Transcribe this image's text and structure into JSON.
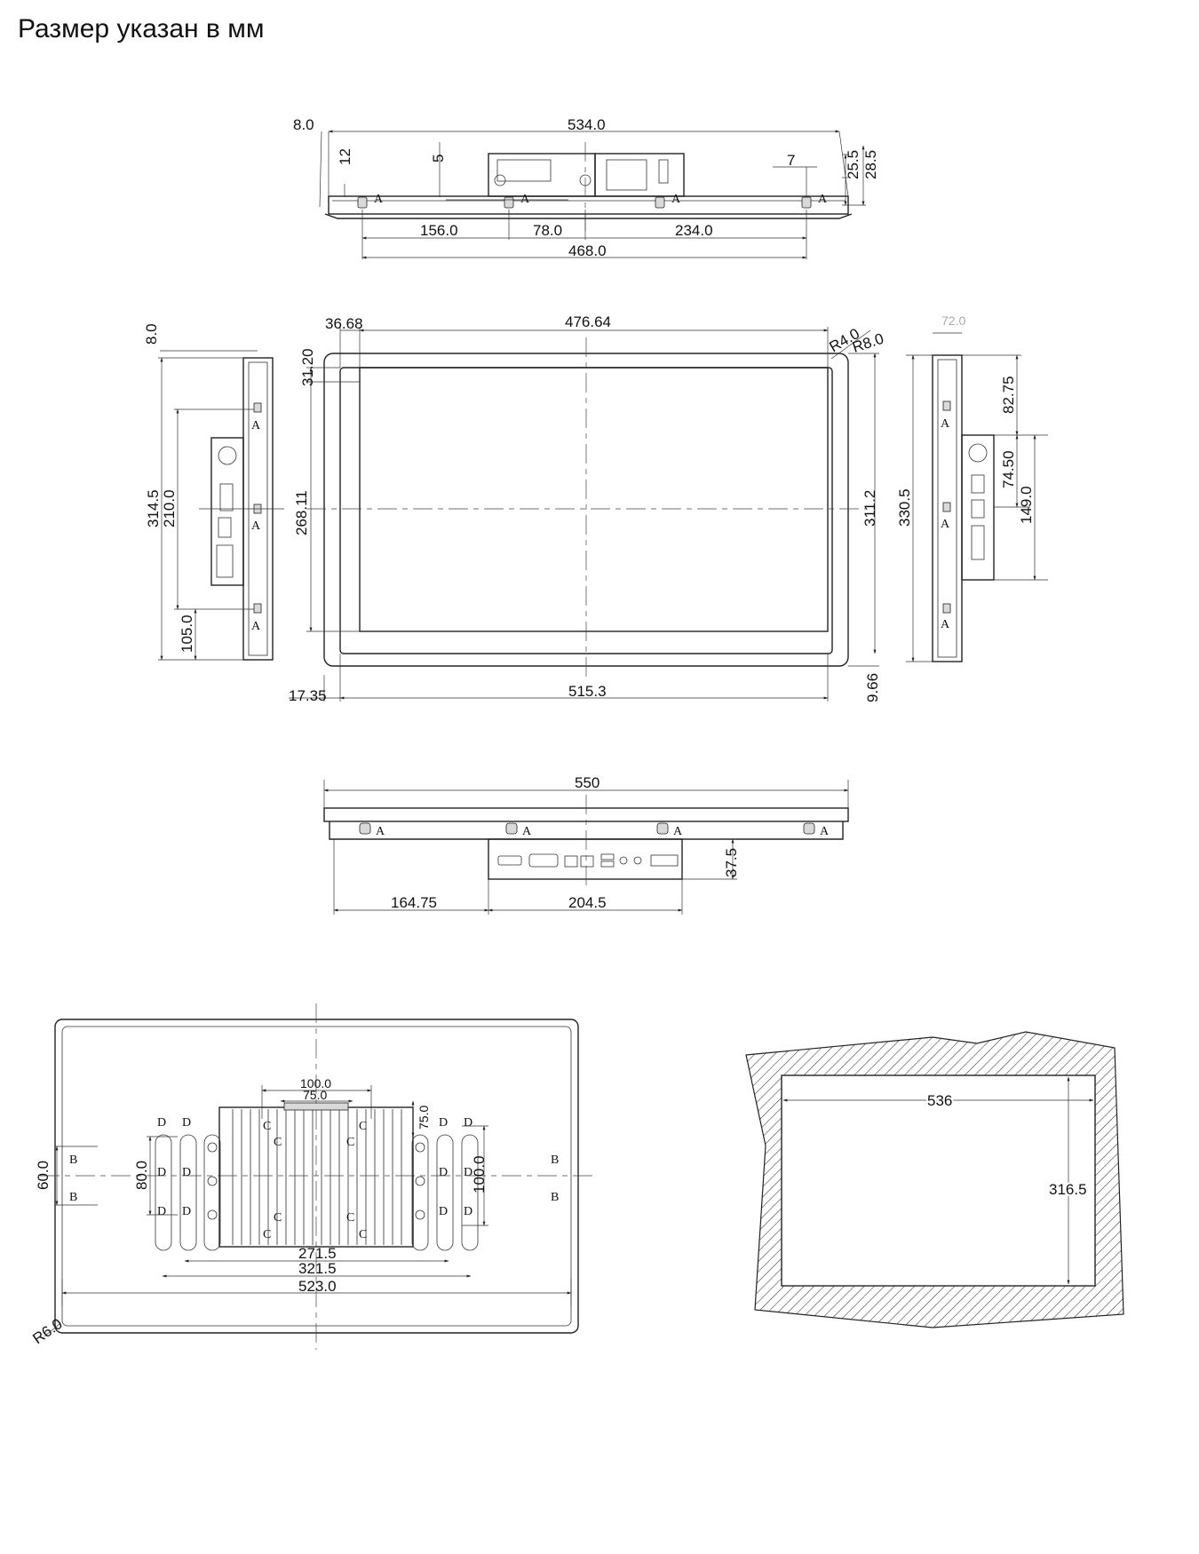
{
  "title": "Размер указан в мм",
  "top_view": {
    "dims": [
      "8.0",
      "534.0",
      "12",
      "5",
      "7",
      "25.5",
      "28.5",
      "156.0",
      "78.0",
      "234.0",
      "468.0"
    ],
    "markers": [
      "A",
      "A",
      "A",
      "A"
    ]
  },
  "front_view": {
    "dims": [
      "8.0",
      "36.68",
      "476.64",
      "R4.0",
      "R8.0",
      "31.20",
      "314.5",
      "210.0",
      "268.11",
      "105.0",
      "311.2",
      "330.5",
      "17.35",
      "515.3",
      "9.66"
    ],
    "left_markers": [
      "A",
      "A",
      "A"
    ]
  },
  "right_view": {
    "dims": [
      "72.0",
      "82.75",
      "74.50",
      "149.0"
    ],
    "markers": [
      "A",
      "A",
      "A"
    ]
  },
  "bottom_view": {
    "dims": [
      "550",
      "37.5",
      "164.75",
      "204.5"
    ],
    "markers": [
      "A",
      "A",
      "A",
      "A"
    ]
  },
  "back_view": {
    "dims": [
      "100.0",
      "75.0",
      "75.0",
      "60.0",
      "80.0",
      "100.0",
      "271.5",
      "321.5",
      "523.0",
      "R6.0"
    ],
    "b_markers": [
      "B",
      "B",
      "B",
      "B"
    ],
    "c_markers": [
      "C",
      "C",
      "C",
      "C",
      "C",
      "C",
      "C",
      "C"
    ],
    "d_markers": [
      "D",
      "D",
      "D",
      "D",
      "D",
      "D",
      "D",
      "D",
      "D",
      "D",
      "D",
      "D"
    ]
  },
  "cutout_view": {
    "dims": [
      "536",
      "316.5"
    ]
  }
}
